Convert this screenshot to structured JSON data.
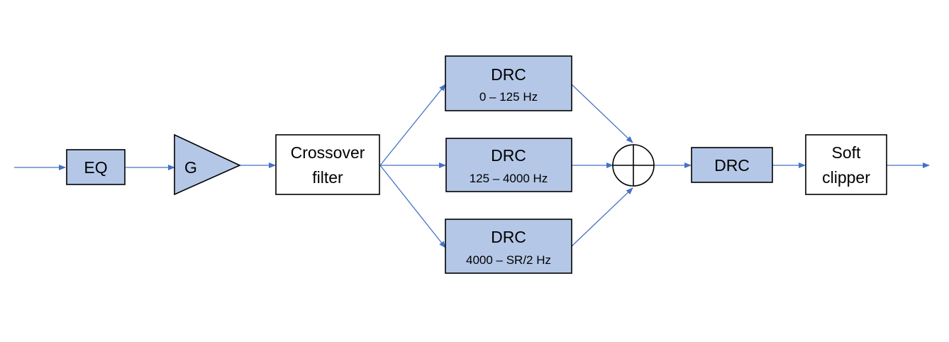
{
  "blocks": {
    "eq": {
      "label": "EQ"
    },
    "gain": {
      "label": "G"
    },
    "crossover": {
      "line1": "Crossover",
      "line2": "filter"
    },
    "drc_low": {
      "label": "DRC",
      "band": "0 – 125 Hz"
    },
    "drc_mid": {
      "label": "DRC",
      "band": "125 – 4000 Hz"
    },
    "drc_high": {
      "label": "DRC",
      "band": "4000 – SR/2 Hz"
    },
    "drc_final": {
      "label": "DRC"
    },
    "soft_clipper": {
      "line1": "Soft",
      "line2": "clipper"
    }
  },
  "colors": {
    "block_fill": "#b4c7e7",
    "connector": "#4472c4",
    "outline": "#000000"
  }
}
